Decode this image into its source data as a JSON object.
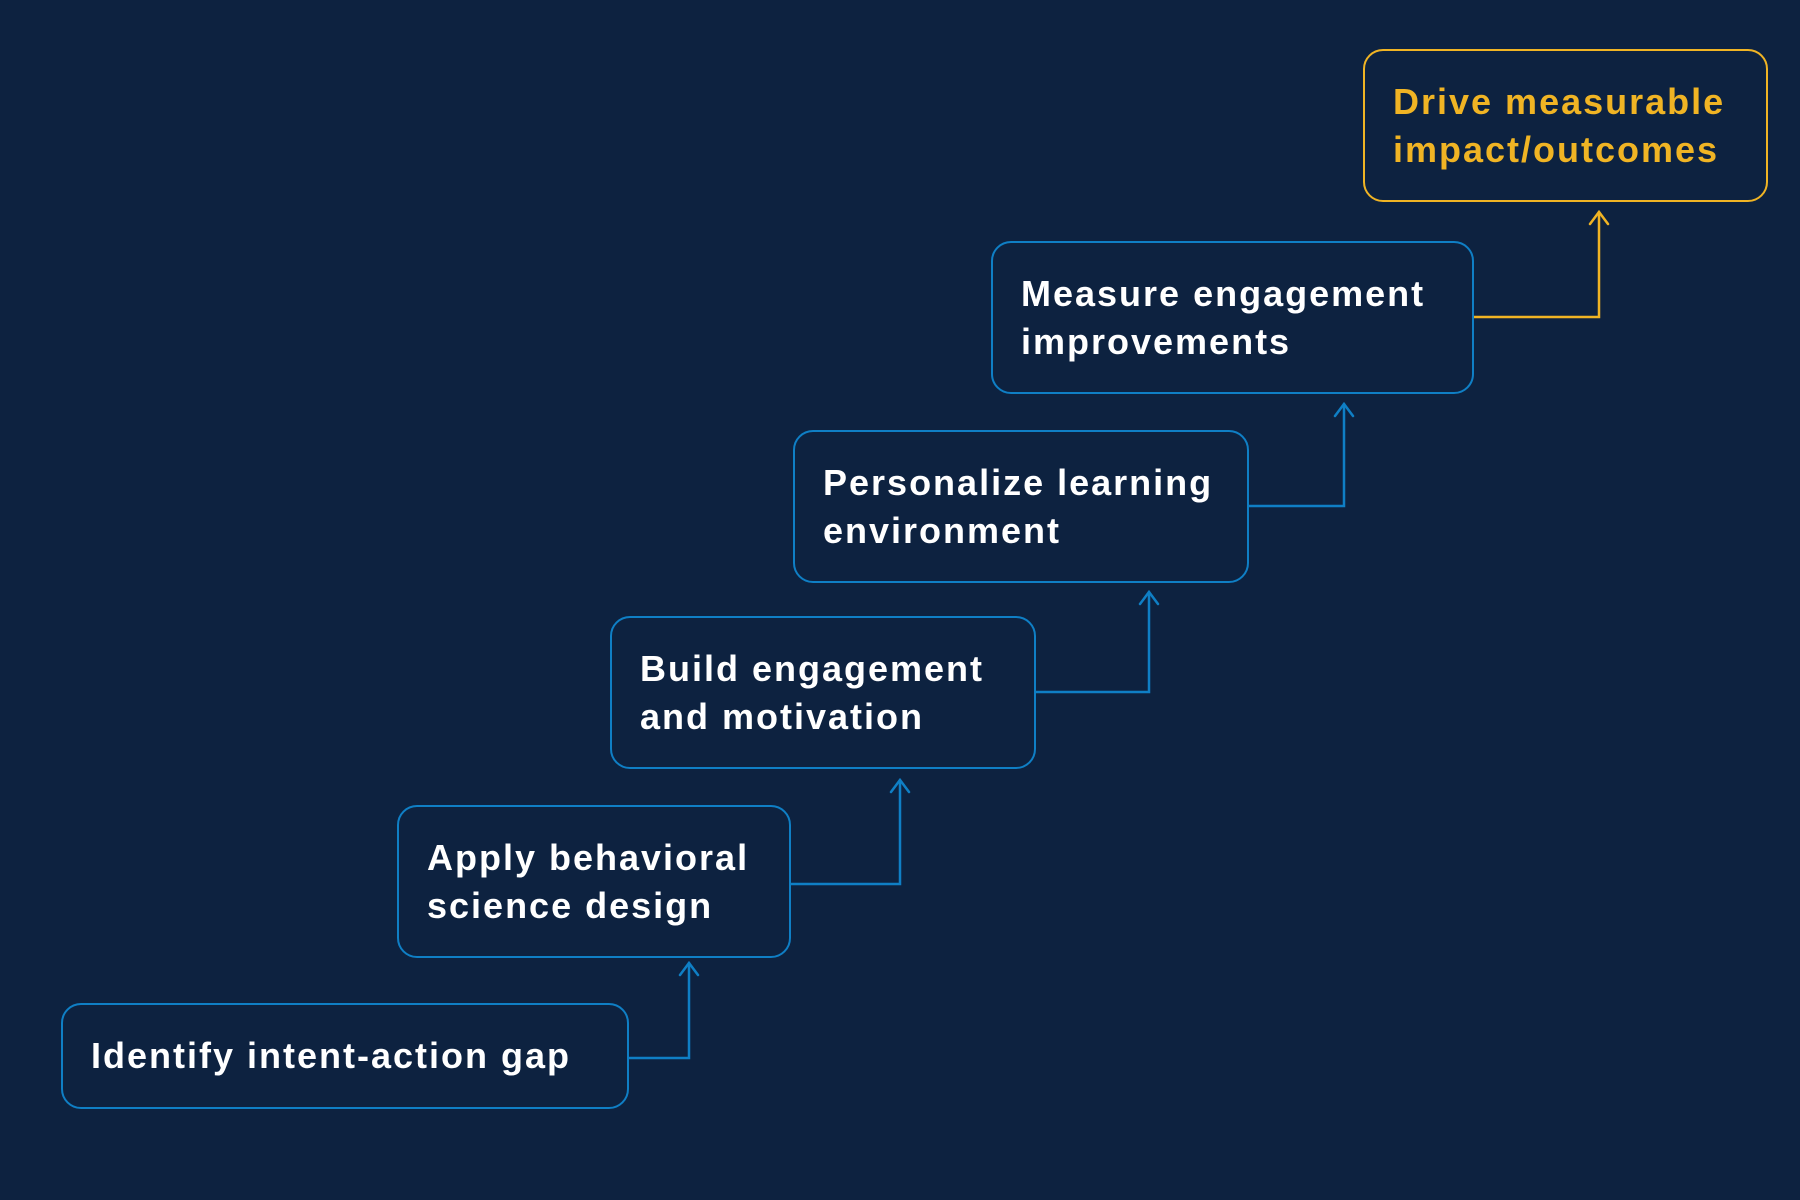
{
  "colors": {
    "background": "#0d2240",
    "step_border": "#0f7fc5",
    "step_text": "#ffffff",
    "final_accent": "#f0b424"
  },
  "steps": [
    {
      "label": "Identify intent-action gap"
    },
    {
      "label": "Apply behavioral\nscience design"
    },
    {
      "label": "Build engagement\nand motivation"
    },
    {
      "label": "Personalize learning\nenvironment"
    },
    {
      "label": "Measure engagement\nimprovements"
    },
    {
      "label": "Drive measurable\nimpact/outcomes"
    }
  ]
}
